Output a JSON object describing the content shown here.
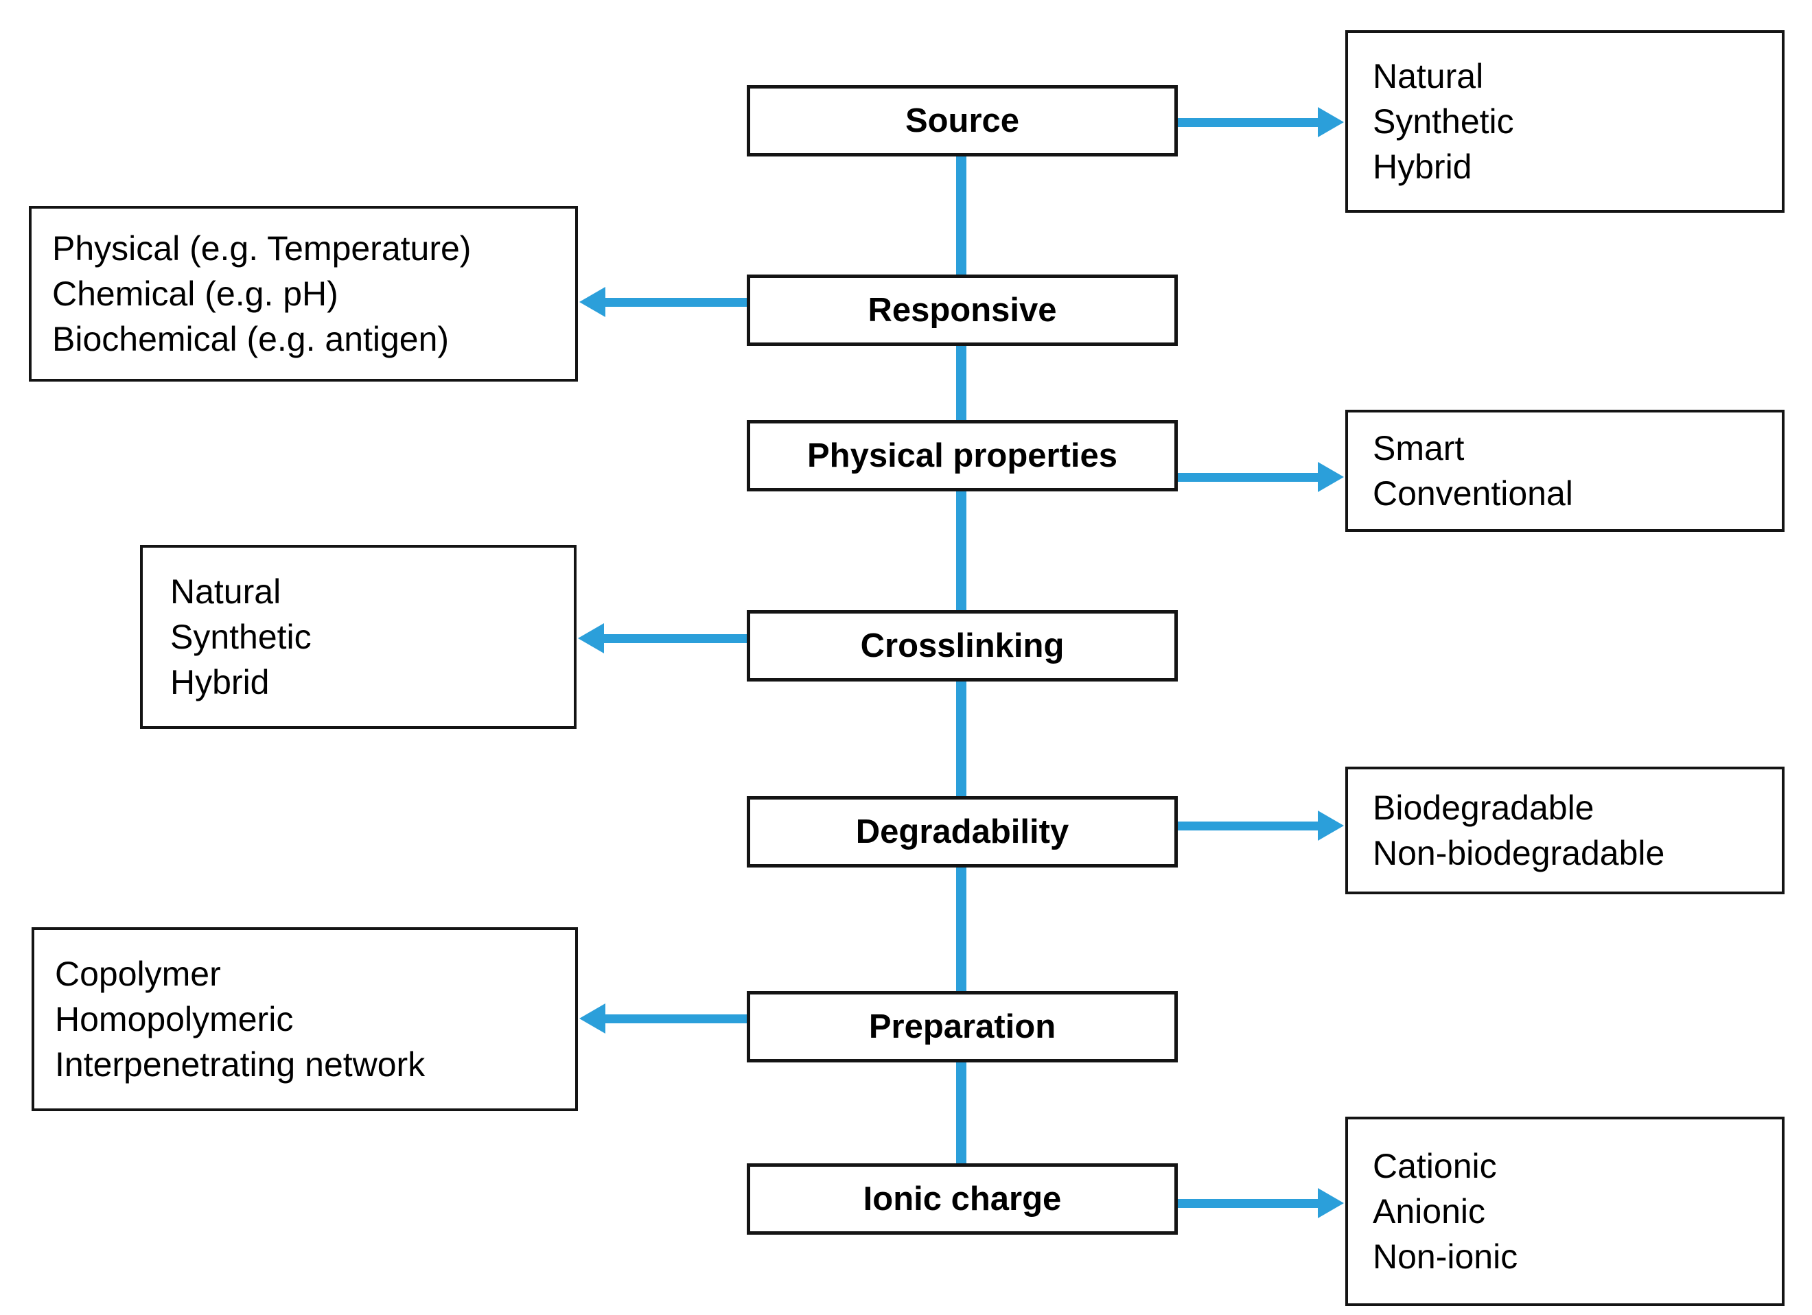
{
  "diagram": {
    "accent_color": "#2b9fda",
    "box_border_color": "#141414",
    "text_color": "#000000",
    "background_color": "#ffffff",
    "nodes": [
      {
        "id": "source",
        "label": "Source",
        "side": "right",
        "options": [
          "Natural",
          "Synthetic",
          "Hybrid"
        ]
      },
      {
        "id": "responsive",
        "label": "Responsive",
        "side": "left",
        "options": [
          "Physical (e.g. Temperature)",
          "Chemical (e.g. pH)",
          "Biochemical (e.g. antigen)"
        ]
      },
      {
        "id": "physical-properties",
        "label": "Physical properties",
        "side": "right",
        "options": [
          "Smart",
          "Conventional"
        ]
      },
      {
        "id": "crosslinking",
        "label": "Crosslinking",
        "side": "left",
        "options": [
          "Natural",
          "Synthetic",
          "Hybrid"
        ]
      },
      {
        "id": "degradability",
        "label": "Degradability",
        "side": "right",
        "options": [
          "Biodegradable",
          "Non-biodegradable"
        ]
      },
      {
        "id": "preparation",
        "label": "Preparation",
        "side": "left",
        "options": [
          "Copolymer",
          "Homopolymeric",
          "Interpenetrating network"
        ]
      },
      {
        "id": "ionic-charge",
        "label": "Ionic charge",
        "side": "right",
        "options": [
          "Cationic",
          "Anionic",
          "Non-ionic"
        ]
      }
    ]
  }
}
